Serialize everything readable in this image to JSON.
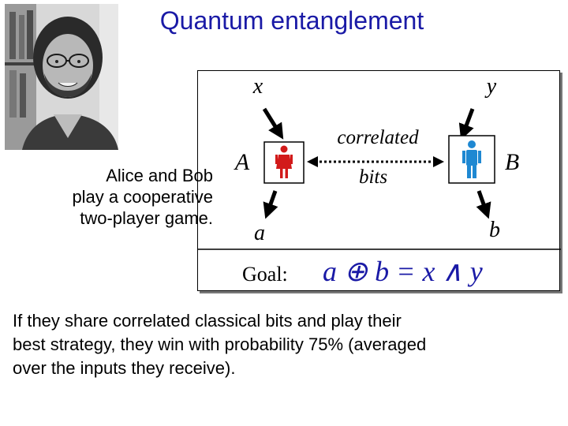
{
  "slide": {
    "title": "Quantum entanglement",
    "intro_lines": [
      "Alice and Bob",
      "play a cooperative",
      "two-player game."
    ],
    "game": {
      "input_x": "x",
      "input_y": "y",
      "player_a": "A",
      "player_b": "B",
      "output_a": "a",
      "output_b": "b",
      "link_line1": "correlated",
      "link_line2": "bits",
      "goal_label": "Goal:",
      "goal_equation": "a ⊕ b = x ∧ y",
      "alice_icon": "female-figure-icon",
      "bob_icon": "male-figure-icon",
      "alice_color": "#d21a1a",
      "bob_color": "#1e88d2"
    },
    "bottom_lines": [
      "If they share correlated classical bits and play their",
      "best strategy, they win with probability 75% (averaged",
      "over the inputs they receive)."
    ]
  }
}
